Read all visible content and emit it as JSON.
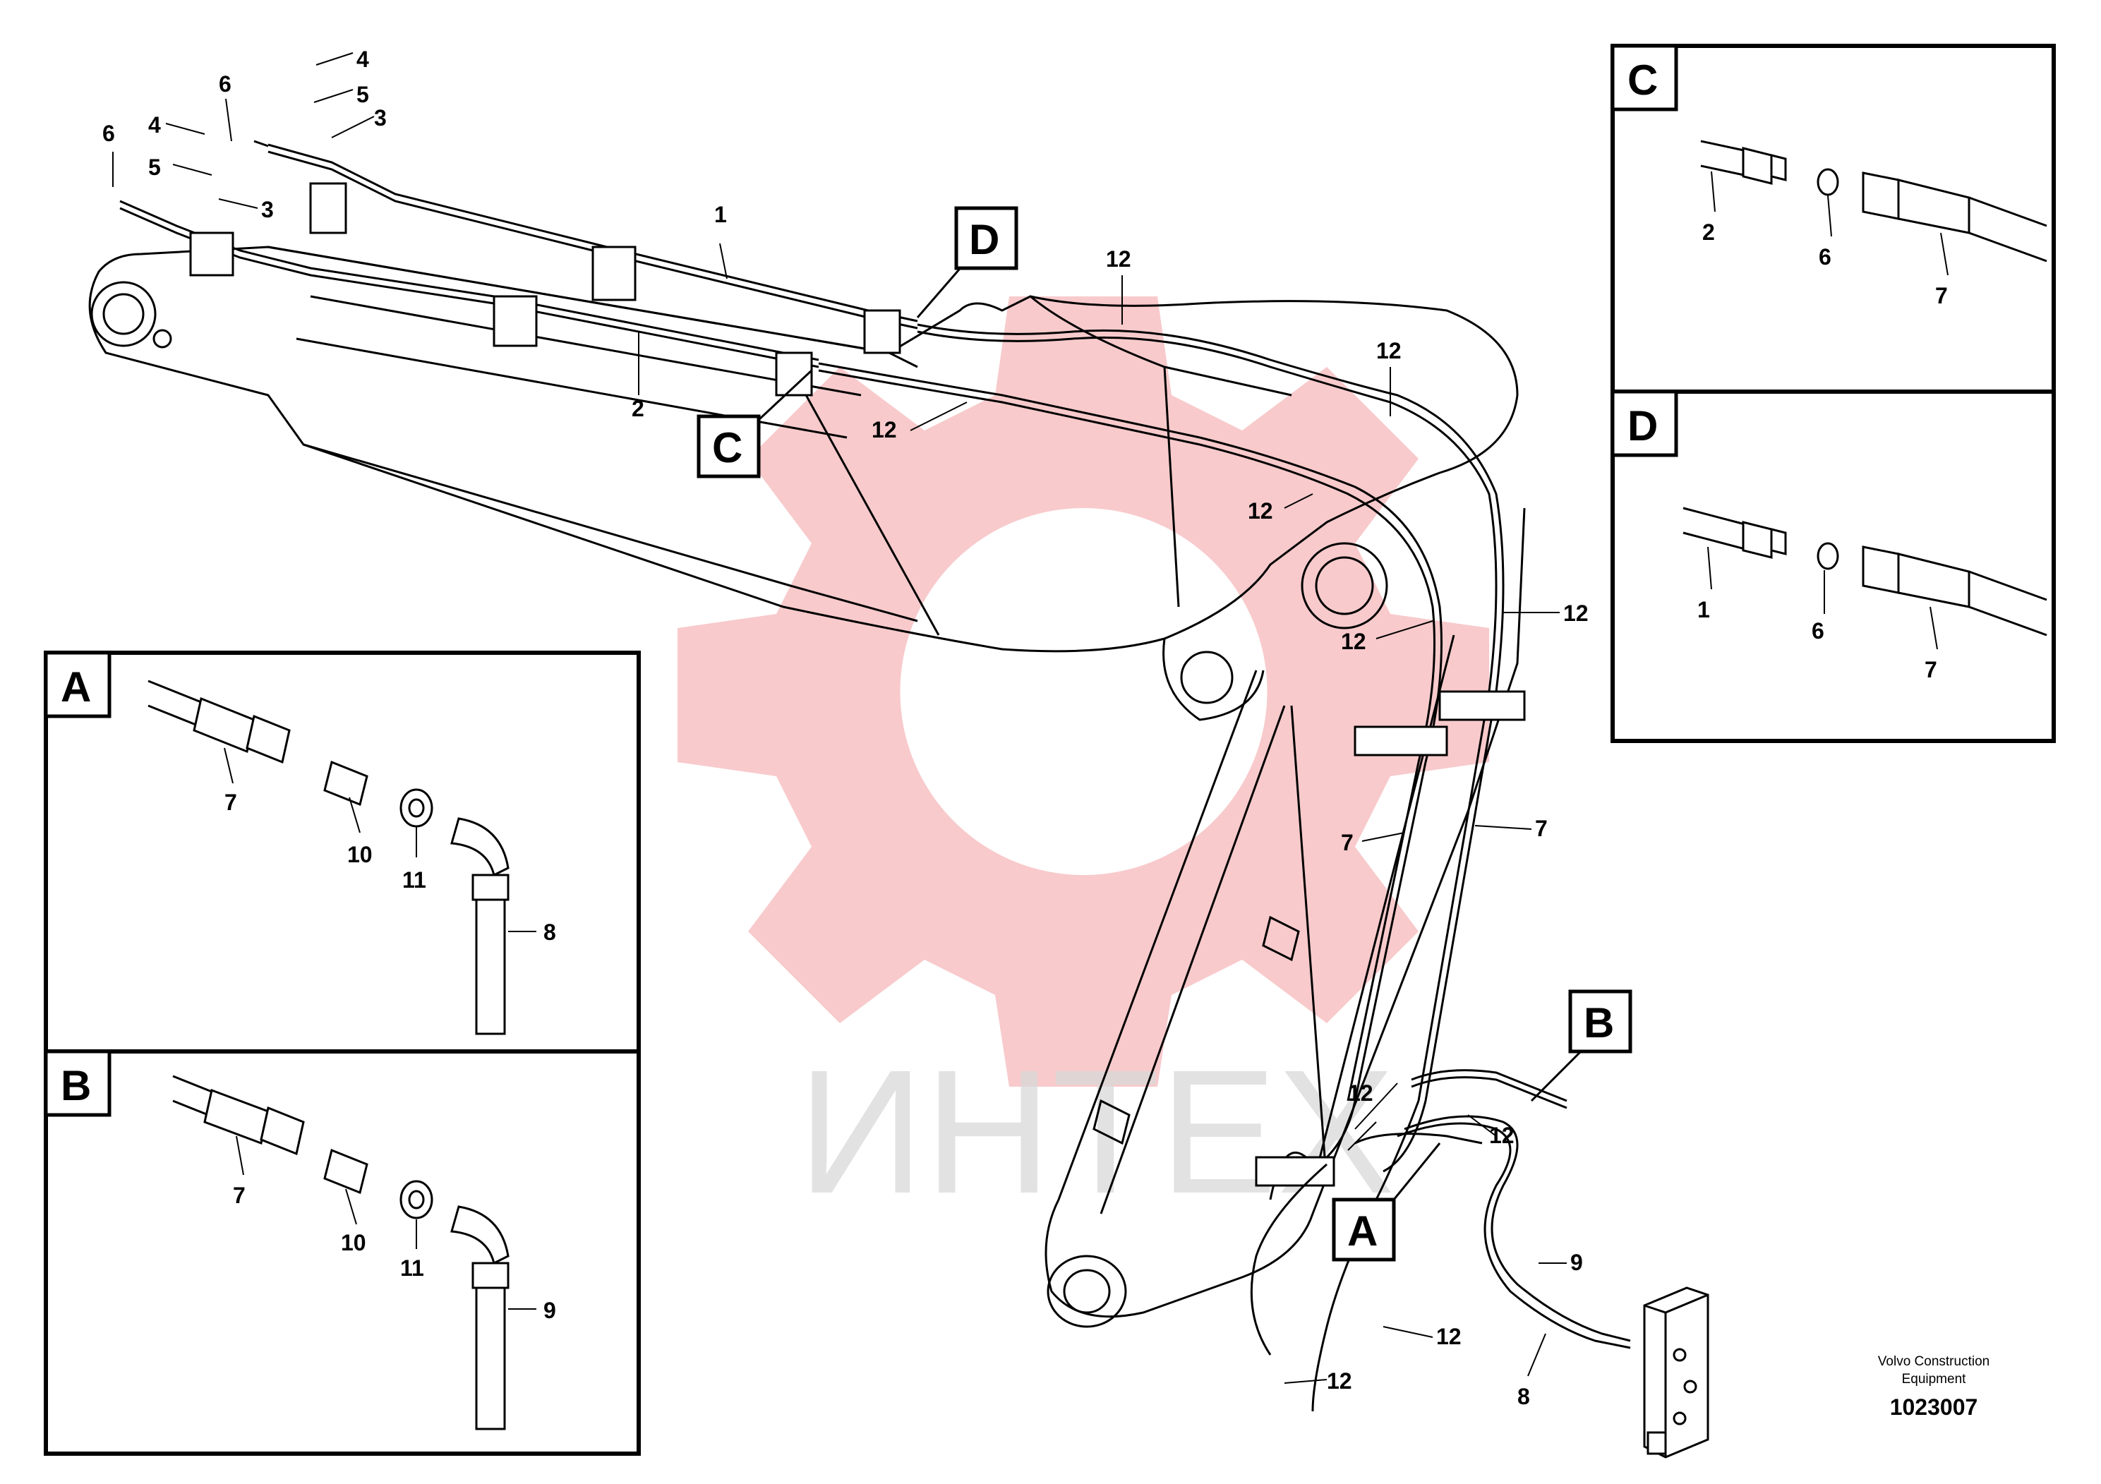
{
  "watermark": {
    "text": "ИНТЕХ",
    "color": "#f08a8e"
  },
  "main": {
    "labels": {
      "l1": "1",
      "l2": "2",
      "l3a": "3",
      "l3b": "3",
      "l4a": "4",
      "l4b": "4",
      "l5a": "5",
      "l5b": "5",
      "l6a": "6",
      "l6b": "6",
      "l7a": "7",
      "l7b": "7",
      "l8": "8",
      "l9": "9",
      "l12a": "12",
      "l12b": "12",
      "l12c": "12",
      "l12d": "12",
      "l12e": "12",
      "l12f": "12",
      "l12g": "12",
      "l12h": "12",
      "l12i": "12",
      "l12j": "12"
    },
    "callouts": {
      "A": "A",
      "B": "B",
      "C": "C",
      "D": "D"
    }
  },
  "details": {
    "A": {
      "title": "A",
      "labels": [
        "7",
        "10",
        "11",
        "8"
      ]
    },
    "B": {
      "title": "B",
      "labels": [
        "7",
        "10",
        "11",
        "9"
      ]
    },
    "C": {
      "title": "C",
      "labels": [
        "2",
        "6",
        "7"
      ]
    },
    "D": {
      "title": "D",
      "labels": [
        "1",
        "6",
        "7"
      ]
    }
  },
  "reference": {
    "company_line1": "Volvo Construction",
    "company_line2": "Equipment",
    "number": "1023007"
  }
}
